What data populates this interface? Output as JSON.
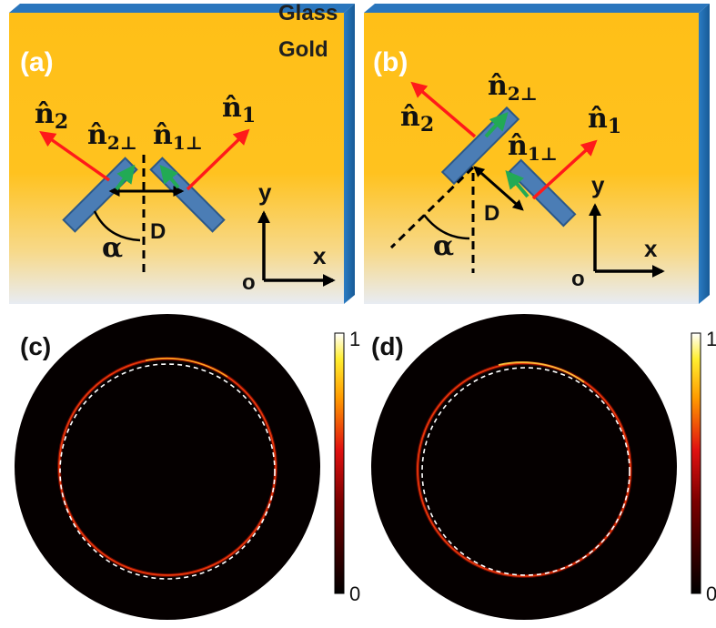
{
  "panels": {
    "a": {
      "label": "(a)"
    },
    "b": {
      "label": "(b)"
    },
    "c": {
      "label": "(c)"
    },
    "d": {
      "label": "(d)"
    }
  },
  "layers": {
    "glass": "Glass",
    "gold": "Gold"
  },
  "vectors": {
    "n1": "n̂",
    "n1_sub": "1",
    "n2": "n̂",
    "n2_sub": "2",
    "n1perp": "n̂",
    "n1perp_sub": "1⊥",
    "n2perp": "n̂",
    "n2perp_sub": "2⊥"
  },
  "annotations": {
    "D": "D",
    "alpha": "α"
  },
  "axes": {
    "x": "x",
    "y": "y",
    "origin": "o"
  },
  "colorbar": {
    "max": "1",
    "min": "0"
  },
  "colors": {
    "gold_top": "#ffbe1a",
    "gold_bottom": "#f2f2ee",
    "glass_side": "#1f6bb0",
    "slit": "#4a7db8",
    "normal_arrow": "#ff1a1a",
    "perp_arrow": "#22aa55",
    "background_map": "#050000"
  }
}
